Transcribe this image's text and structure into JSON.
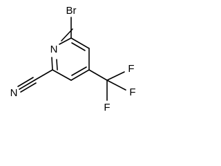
{
  "molecule": {
    "atoms": {
      "bromine": "Br",
      "ring_nitrogen": "N",
      "nitrile_nitrogen": "N",
      "fluorine_1": "F",
      "fluorine_2": "F",
      "fluorine_3": "F"
    },
    "colors": {
      "bond": "#000000",
      "label": "#000000",
      "background": "#ffffff"
    }
  }
}
